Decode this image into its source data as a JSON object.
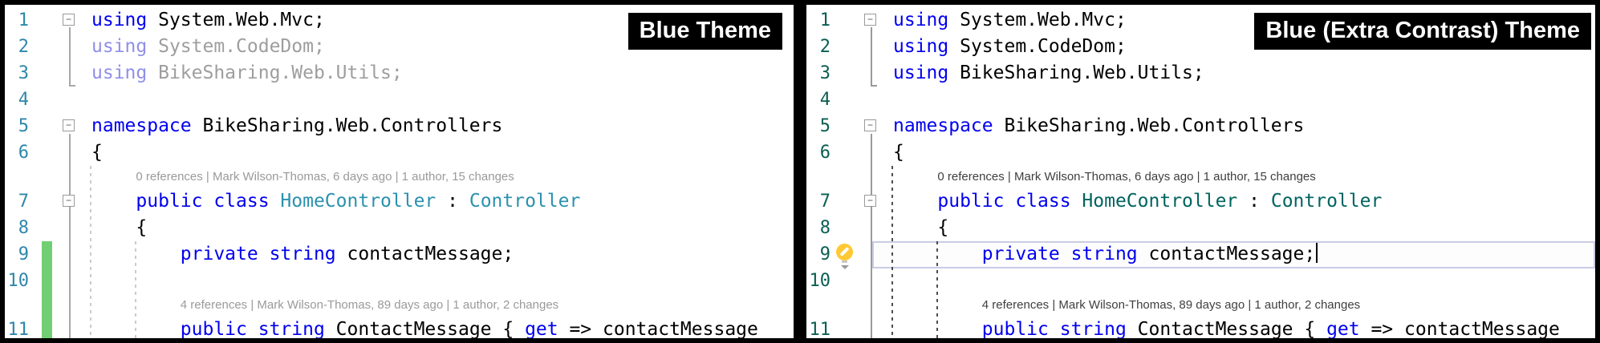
{
  "icons": {
    "fold_collapse_glyph": "−"
  },
  "panels": [
    {
      "label": "Blue Theme",
      "colors": {
        "kw": "#0000EE",
        "ty": "#2B91AF",
        "pl": "#000000",
        "fkw": "#8F8FE8",
        "fpl": "#9E9E9E",
        "ln": "#2E87AB",
        "lens": "#9A9A9A",
        "guide": "#CBCBCB",
        "outline": "#A8A8A8",
        "changebar": "#72CE72",
        "cur-border": "transparent",
        "cur-bg": "transparent",
        "bulb": "#FFC933",
        "label-bg": "#000000",
        "label-fg": "#FFFFFF"
      },
      "rows": [
        {
          "kind": "code",
          "num": "1",
          "fold": true,
          "indent": 0,
          "tokens": [
            [
              "kw",
              "using"
            ],
            [
              "pl",
              " System.Web.Mvc;"
            ]
          ]
        },
        {
          "kind": "code",
          "num": "2",
          "indent": 0,
          "tokens": [
            [
              "fkw",
              "using"
            ],
            [
              "fpl",
              " System.CodeDom;"
            ]
          ]
        },
        {
          "kind": "code",
          "num": "3",
          "indent": 0,
          "tokens": [
            [
              "fkw",
              "using"
            ],
            [
              "fpl",
              " BikeSharing.Web.Utils;"
            ]
          ]
        },
        {
          "kind": "code",
          "num": "4",
          "indent": 0,
          "tokens": []
        },
        {
          "kind": "code",
          "num": "5",
          "fold": true,
          "indent": 0,
          "tokens": [
            [
              "kw",
              "namespace"
            ],
            [
              "pl",
              " BikeSharing.Web.Controllers"
            ]
          ]
        },
        {
          "kind": "code",
          "num": "6",
          "indent": 0,
          "tokens": [
            [
              "pl",
              "{"
            ]
          ]
        },
        {
          "kind": "lens",
          "indent": 1,
          "text": "0 references | Mark Wilson-Thomas, 6 days ago | 1 author, 15 changes"
        },
        {
          "kind": "code",
          "num": "7",
          "fold": true,
          "indent": 1,
          "tokens": [
            [
              "kw",
              "public class"
            ],
            [
              "pl",
              " "
            ],
            [
              "ty",
              "HomeController"
            ],
            [
              "pl",
              " : "
            ],
            [
              "ty",
              "Controller"
            ]
          ]
        },
        {
          "kind": "code",
          "num": "8",
          "indent": 1,
          "tokens": [
            [
              "pl",
              "{"
            ]
          ]
        },
        {
          "kind": "code",
          "num": "9",
          "indent": 2,
          "tokens": [
            [
              "kw",
              "private string"
            ],
            [
              "pl",
              " contactMessage;"
            ]
          ]
        },
        {
          "kind": "code",
          "num": "10",
          "indent": 0,
          "tokens": []
        },
        {
          "kind": "lens",
          "indent": 2,
          "text": "4 references | Mark Wilson-Thomas, 89 days ago | 1 author, 2 changes"
        },
        {
          "kind": "code",
          "num": "11",
          "indent": 2,
          "tokens": [
            [
              "kw",
              "public string"
            ],
            [
              "pl",
              " ContactMessage { "
            ],
            [
              "kw",
              "get"
            ],
            [
              "pl",
              " => contactMessage"
            ]
          ]
        }
      ]
    },
    {
      "label": "Blue (Extra Contrast) Theme",
      "colors": {
        "kw": "#0000EE",
        "ty": "#00645F",
        "pl": "#000000",
        "fkw": "#0000EE",
        "fpl": "#000000",
        "ln": "#0A5E52",
        "lens": "#3F3F3F",
        "guide": "#4D4D4D",
        "outline": "#9A9A9A",
        "changebar": "transparent",
        "cur-border": "#C9CCE4",
        "cur-bg": "#FDFDFE",
        "bulb": "#FFC933",
        "label-bg": "#000000",
        "label-fg": "#FFFFFF"
      },
      "rows": [
        {
          "kind": "code",
          "num": "1",
          "fold": true,
          "indent": 0,
          "tokens": [
            [
              "kw",
              "using"
            ],
            [
              "pl",
              " System.Web.Mvc;"
            ]
          ]
        },
        {
          "kind": "code",
          "num": "2",
          "indent": 0,
          "tokens": [
            [
              "kw",
              "using"
            ],
            [
              "pl",
              " System.CodeDom;"
            ]
          ]
        },
        {
          "kind": "code",
          "num": "3",
          "indent": 0,
          "tokens": [
            [
              "kw",
              "using"
            ],
            [
              "pl",
              " BikeSharing.Web.Utils;"
            ]
          ]
        },
        {
          "kind": "code",
          "num": "4",
          "indent": 0,
          "tokens": []
        },
        {
          "kind": "code",
          "num": "5",
          "fold": true,
          "indent": 0,
          "tokens": [
            [
              "kw",
              "namespace"
            ],
            [
              "pl",
              " BikeSharing.Web.Controllers"
            ]
          ]
        },
        {
          "kind": "code",
          "num": "6",
          "indent": 0,
          "tokens": [
            [
              "pl",
              "{"
            ]
          ]
        },
        {
          "kind": "lens",
          "indent": 1,
          "text": "0 references | Mark Wilson-Thomas, 6 days ago | 1 author, 15 changes"
        },
        {
          "kind": "code",
          "num": "7",
          "fold": true,
          "indent": 1,
          "tokens": [
            [
              "kw",
              "public class"
            ],
            [
              "pl",
              " "
            ],
            [
              "ty",
              "HomeController"
            ],
            [
              "pl",
              " : "
            ],
            [
              "ty",
              "Controller"
            ]
          ]
        },
        {
          "kind": "code",
          "num": "8",
          "indent": 1,
          "tokens": [
            [
              "pl",
              "{"
            ]
          ]
        },
        {
          "kind": "code",
          "num": "9",
          "indent": 2,
          "bulb": true,
          "current": true,
          "caret": true,
          "tokens": [
            [
              "kw",
              "private string"
            ],
            [
              "pl",
              " contactMessage;"
            ]
          ]
        },
        {
          "kind": "code",
          "num": "10",
          "indent": 0,
          "tokens": []
        },
        {
          "kind": "lens",
          "indent": 2,
          "text": "4 references | Mark Wilson-Thomas, 89 days ago | 1 author, 2 changes"
        },
        {
          "kind": "code",
          "num": "11",
          "indent": 2,
          "tokens": [
            [
              "kw",
              "public string"
            ],
            [
              "pl",
              " ContactMessage { "
            ],
            [
              "kw",
              "get"
            ],
            [
              "pl",
              " => contactMessage"
            ]
          ]
        }
      ]
    }
  ]
}
